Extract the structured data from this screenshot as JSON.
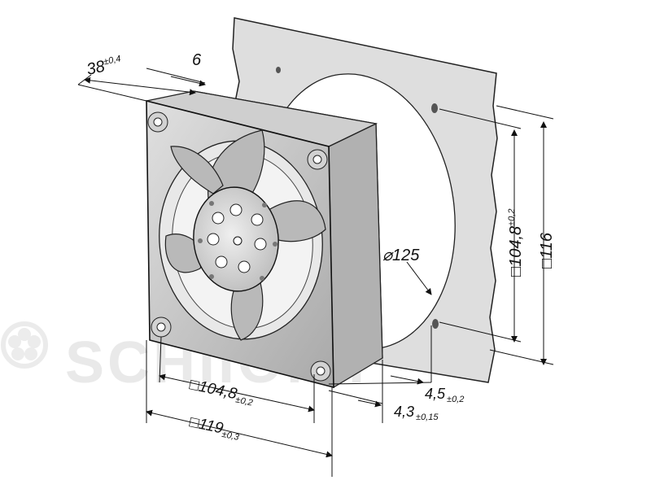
{
  "watermark": {
    "text": "SCHIIO.SI",
    "color": "#e8e8e8",
    "icon": "flower-logo-icon"
  },
  "dimensions": {
    "depth": {
      "value": "38",
      "tol": "±0,4"
    },
    "flange": {
      "value": "6"
    },
    "hole_spacing_vertical": {
      "value": "□104,8",
      "tol": "±0,2"
    },
    "panel_size": {
      "value": "□116"
    },
    "cutout_diameter": {
      "value": "⌀125"
    },
    "offset_panel": {
      "value": "4,5",
      "tol": "±0,2"
    },
    "offset_fan": {
      "value": "4,3",
      "tol": "±0,15"
    },
    "hole_spacing_horizontal": {
      "value": "□104,8",
      "tol": "±0,2"
    },
    "fan_size": {
      "value": "□119",
      "tol": "±0,3"
    }
  },
  "colors": {
    "line": "#111111",
    "panel": "#dcdcdc",
    "frame": "#c9c9c9",
    "blade": "#b7b7b7",
    "hub": "#d8d8d8"
  }
}
